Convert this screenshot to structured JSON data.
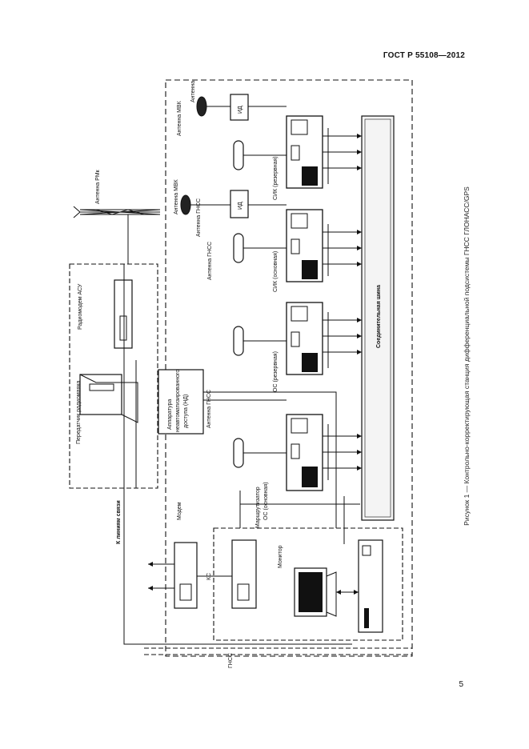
{
  "header": {
    "standard": "ГОСТ Р 55108—2012"
  },
  "page_number": "5",
  "figure": {
    "caption": "Рисунок 1 — Контрольно-корректирующая станция дифференциальной подсистемы ГНСС ГЛОНАСС/GPS",
    "labels": {
      "antenna_mvk_top": "Антенна МВК",
      "antenna_top": "Антенна",
      "id_top": "ИД",
      "antenna_rmk": "Антенна РМк",
      "antenna_mvk_mid": "Антенна МВК",
      "antenna_gnss_mid": "Антенна ГНСС",
      "id_mid": "ИД",
      "sik_reserve": "СИК (резервная)",
      "sik_main": "СИК (основная)",
      "antenna_gnss_sik": "Антенна ГНСС",
      "radio_asu": "Радиомодем АСУ",
      "transmitter": "Передатчик радиомаяка",
      "remote_access_1": "Аппаратура",
      "remote_access_2": "неавтоматизированного",
      "remote_access_3": "доступа (НД)",
      "antenna_gnss_low": "Антенна ГНСС",
      "os_reserve": "ОС (резервная)",
      "bus": "Соединительная шина",
      "router": "Маршрутизатор",
      "os_main": "ОС (основная)",
      "modem": "Модем",
      "to_comm_lines": "К линиям связи",
      "ks": "КС",
      "monitor": "Монитор",
      "gnss_bottom": "ГНСС"
    }
  }
}
